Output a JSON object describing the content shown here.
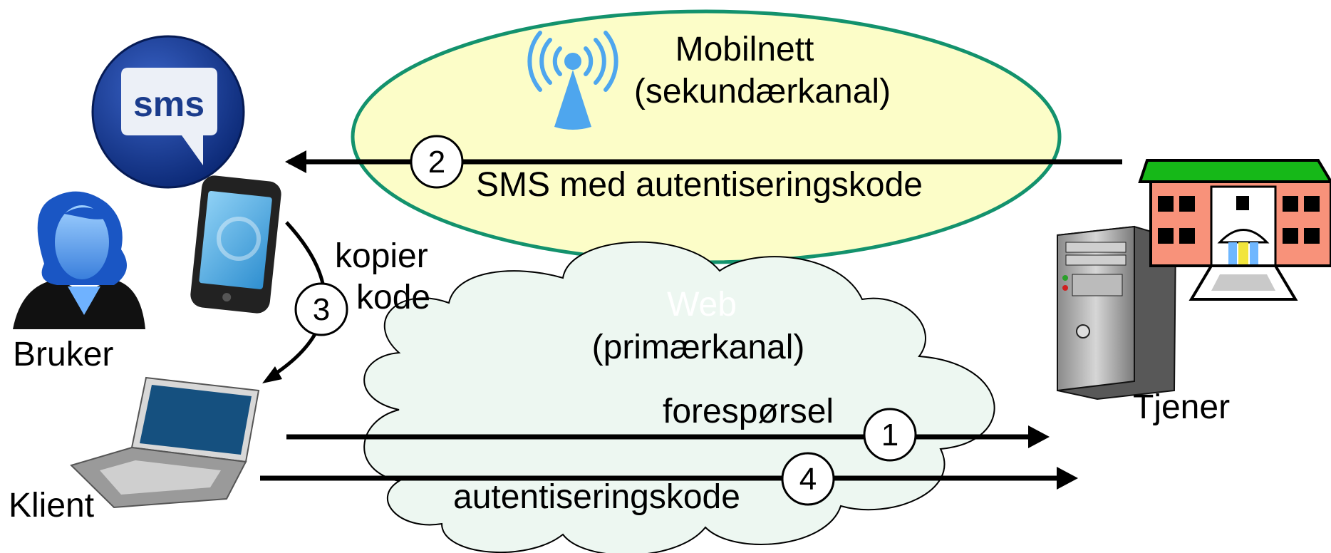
{
  "mobile_network": {
    "line1": "Mobilnett",
    "line2": "(sekundærkanal)"
  },
  "web": {
    "line1": "Web",
    "line2": "(primærkanal)"
  },
  "actors": {
    "user": "Bruker",
    "client": "Klient",
    "server": "Tjener"
  },
  "sms_badge": "sms",
  "steps": {
    "s1": {
      "number": "1",
      "label": "forespørsel"
    },
    "s2": {
      "number": "2",
      "label": "SMS med autentiseringskode"
    },
    "s3": {
      "number": "3",
      "label_line1": "kopier",
      "label_line2": "kode"
    },
    "s4": {
      "number": "4",
      "label": "autentiseringskode"
    }
  },
  "colors": {
    "ellipse_fill": "#fcfdc8",
    "ellipse_stroke": "#13926d",
    "cloud_fill": "#edf7f1",
    "antenna": "#4ea6ee",
    "sms_circle": "#0d2f8a",
    "building_roof": "#16b818",
    "building_wall": "#f8927a"
  }
}
